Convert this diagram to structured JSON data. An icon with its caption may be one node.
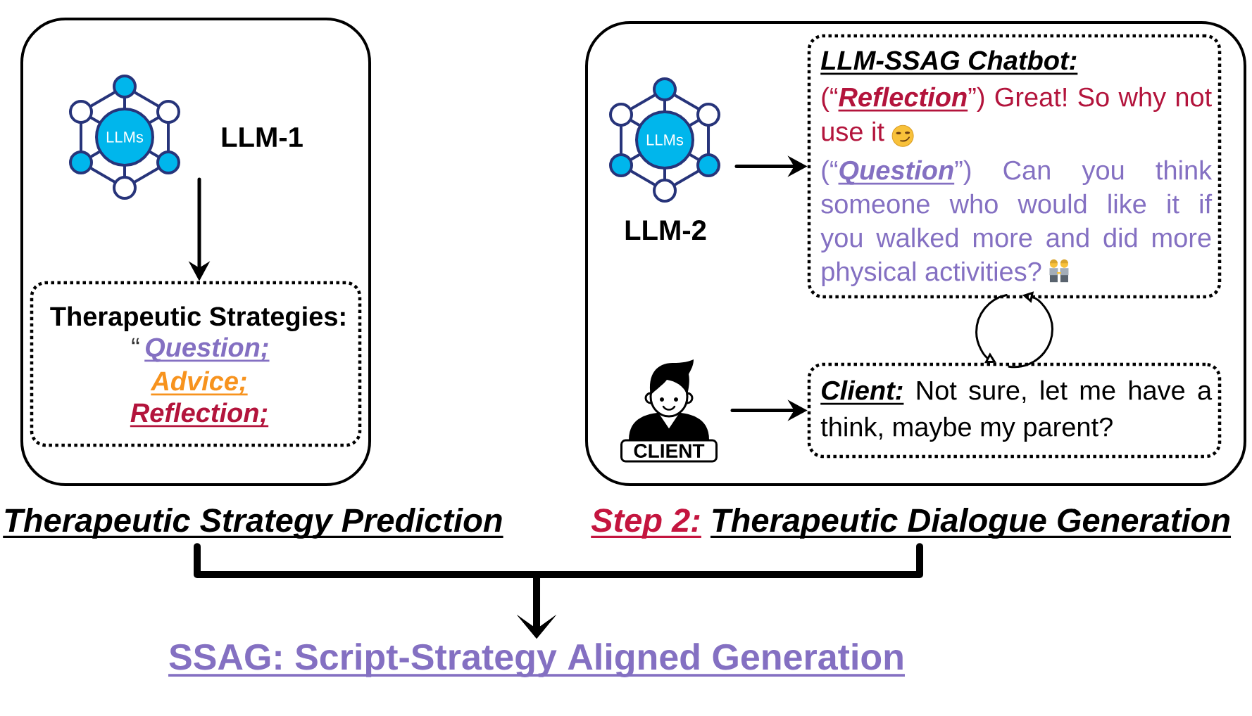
{
  "diagram": {
    "nodes": [
      {
        "text": [],
        "shape": "box"
      },
      {
        "text": [
          "LLMs"
        ],
        "beside": [
          "LLM-1"
        ],
        "in": 0
      },
      {
        "text": [
          "Therapeutic Strategies:",
          "“",
          "Question;",
          "Advice;",
          "Reflection;"
        ],
        "in": 0
      },
      {
        "text": [],
        "shape": "box"
      },
      {
        "text": [
          "LLMs"
        ],
        "beside": [
          "LLM-2"
        ],
        "in": 3
      },
      {
        "text": [
          "LLM-SSAG Chatbot:",
          "(“**Reflection**”) Great! So why not use it",
          "(“**Question**”) Can you think someone who would like it if you walked more and did more physical activities?"
        ],
        "in": 3
      },
      {
        "text": [
          "CLIENT"
        ],
        "in": 3
      },
      {
        "text": [
          "**Client:** Not sure, let me have a think, maybe my parent?"
        ],
        "in": 3
      },
      {
        "text": [
          "Therapeutic Strategy Prediction"
        ]
      },
      {
        "text": [
          "Step 2:",
          "Therapeutic Dialogue Generation"
        ]
      },
      {
        "text": [
          "SSAG: Script-Strategy Aligned Generation"
        ]
      }
    ],
    "edges": [
      {
        "from": 1,
        "to": 2,
        "arrow": "to"
      },
      {
        "from": 4,
        "to": 5,
        "arrow": "to"
      },
      {
        "from": 6,
        "to": 7,
        "arrow": "to"
      },
      {
        "from": 7,
        "to": 5,
        "arrow": "to"
      },
      {
        "from": 5,
        "to": 7,
        "arrow": "to"
      },
      {
        "from": 8,
        "to": 10,
        "arrow": "to",
        "style": "thick"
      },
      {
        "from": 9,
        "to": 10,
        "arrow": "to",
        "style": "thick"
      }
    ]
  }
}
